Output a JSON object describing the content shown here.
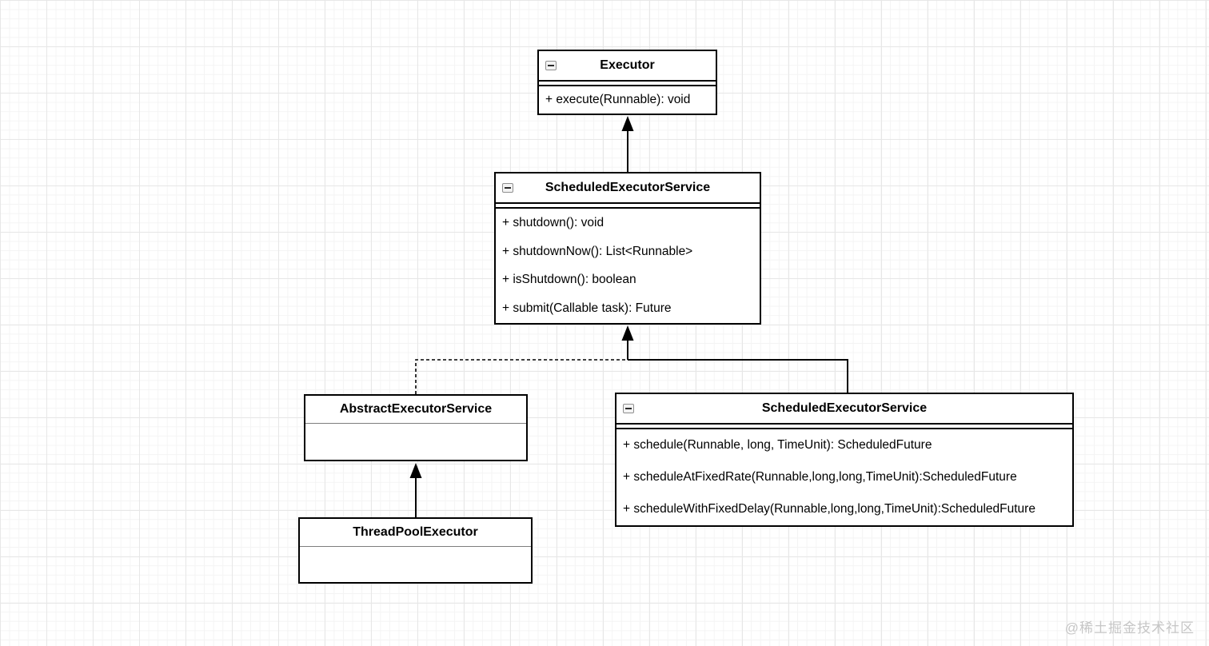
{
  "watermark": "@稀土掘金技术社区",
  "colors": {
    "background": "#ffffff",
    "grid_minor": "#f4f4f4",
    "grid_major": "#e7e7e7",
    "box_border": "#000000",
    "box_fill": "#ffffff",
    "connector": "#000000",
    "watermark": "#c6c6c6"
  },
  "classes": [
    {
      "title": "Executor",
      "methods": [
        "+ execute(Runnable): void"
      ]
    },
    {
      "title": "ScheduledExecutorService",
      "methods": [
        "+ shutdown(): void",
        "+ shutdownNow(): List<Runnable>",
        "+ isShutdown(): boolean",
        "+ submit(Callable task): Future"
      ]
    },
    {
      "title": "AbstractExecutorService",
      "methods": []
    },
    {
      "title": "ThreadPoolExecutor",
      "methods": []
    },
    {
      "title": "ScheduledExecutorService",
      "methods": [
        "+ schedule(Runnable, long, TimeUnit): ScheduledFuture",
        "+ scheduleAtFixedRate(Runnable,long,long,TimeUnit):ScheduledFuture",
        "+ scheduleWithFixedDelay(Runnable,long,long,TimeUnit):ScheduledFuture"
      ]
    }
  ],
  "relationships": [
    {
      "from": "ScheduledExecutorService (middle interface)",
      "to": "Executor",
      "style": "solid-arrow"
    },
    {
      "from": "AbstractExecutorService",
      "to": "ScheduledExecutorService (middle interface)",
      "style": "dashed-arrow"
    },
    {
      "from": "ScheduledExecutorService (bottom-right interface)",
      "to": "ScheduledExecutorService (middle interface)",
      "style": "solid-arrow"
    },
    {
      "from": "ThreadPoolExecutor",
      "to": "AbstractExecutorService",
      "style": "solid-arrow"
    }
  ]
}
